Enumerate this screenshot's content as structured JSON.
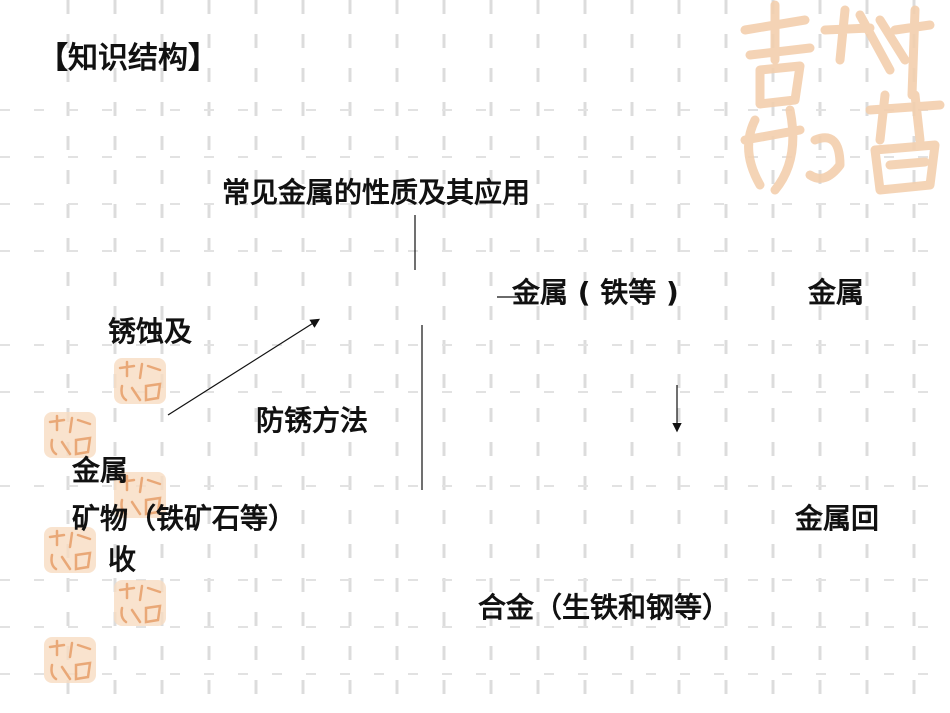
{
  "slide": {
    "heading": "【知识结构】",
    "center_title": "常见金属的性质及其应用",
    "metal_iron": "金属 ( 铁等 )",
    "metal_right": "金属",
    "rust_and": "锈蚀及",
    "rust_prevention": "防锈方法",
    "metal_left": "金属",
    "ore": "矿物（铁矿石等）",
    "recycle_right": "金属回",
    "recycle_left": "收",
    "alloy": "合金（生铁和钢等）"
  },
  "colors": {
    "grid_dash": "#d9d9d9",
    "seal_color": "#f1c9a6",
    "text": "#111111"
  },
  "decorations": {
    "seal_glyph": "吉祥如意"
  }
}
